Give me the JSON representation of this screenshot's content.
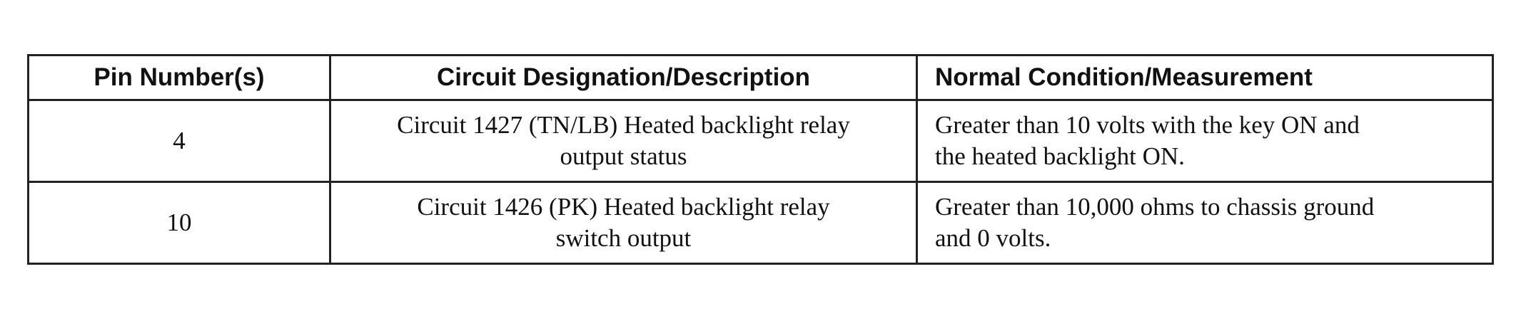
{
  "table": {
    "headers": {
      "pin": "Pin Number(s)",
      "description": "Circuit Designation/Description",
      "measurement": "Normal Condition/Measurement"
    },
    "rows": [
      {
        "pin": "4",
        "description": "Circuit 1427 (TN/LB) Heated backlight relay\noutput status",
        "measurement": "Greater than 10 volts with the key ON and\nthe heated backlight ON."
      },
      {
        "pin": "10",
        "description": "Circuit 1426 (PK) Heated backlight relay\nswitch output",
        "measurement": "Greater than 10,000 ohms to chassis ground\nand 0 volts."
      }
    ]
  }
}
